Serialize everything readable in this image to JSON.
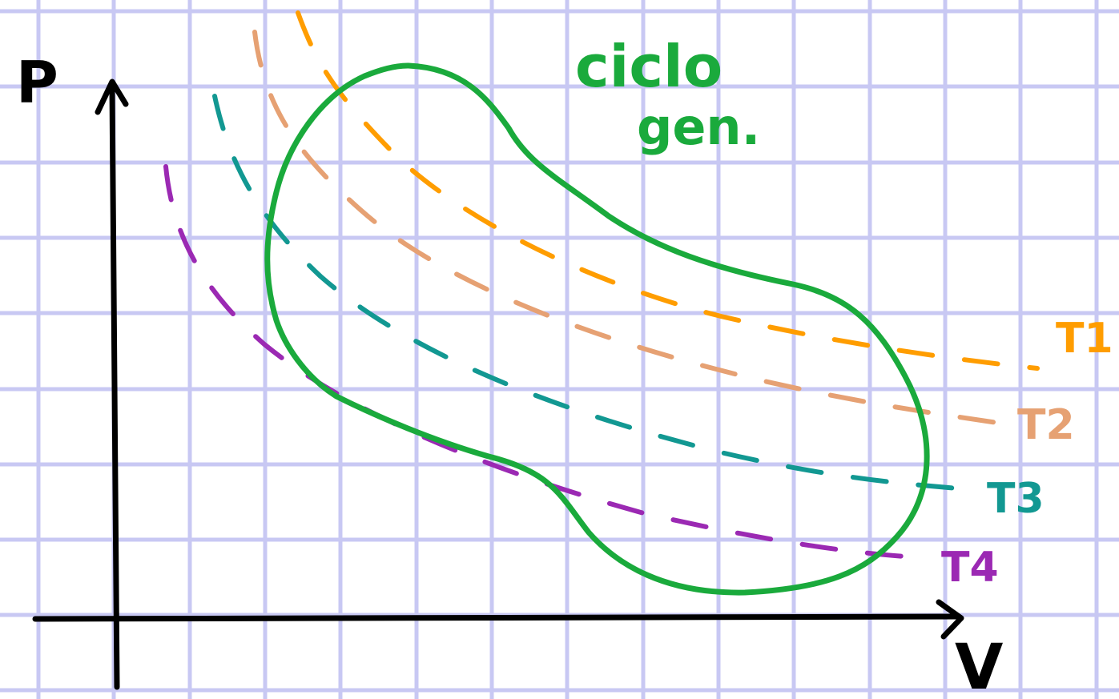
{
  "axes": {
    "y_label": "P",
    "x_label": "V"
  },
  "cycle_label": {
    "line1": "ciclo",
    "line2": "gen."
  },
  "isotherms": [
    {
      "label": "T1",
      "color": "#ff9d00"
    },
    {
      "label": "T2",
      "color": "#e6a173"
    },
    {
      "label": "T3",
      "color": "#129892"
    },
    {
      "label": "T4",
      "color": "#9b29b3"
    }
  ],
  "colors": {
    "grid": "#c8c8f3",
    "axis": "#000000",
    "cycle": "#1aaa3c"
  }
}
